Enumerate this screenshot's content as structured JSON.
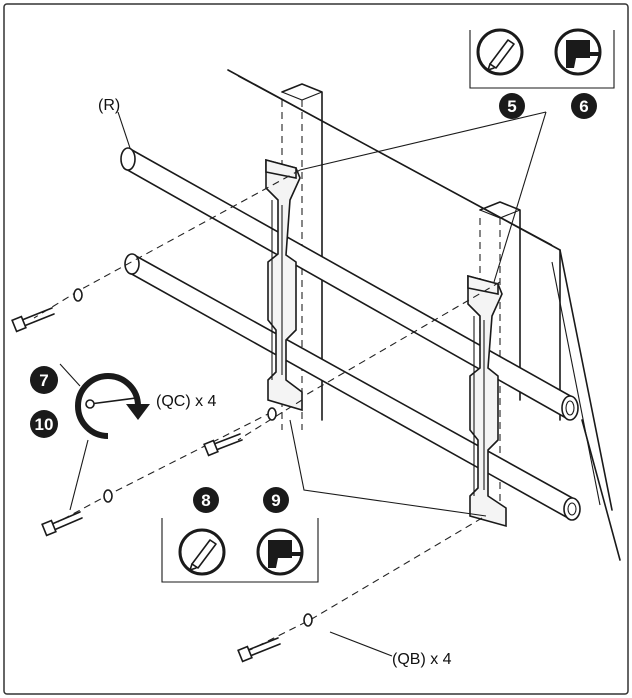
{
  "labels": {
    "r": "(R)",
    "qc": "(QC) x 4",
    "qb": "(QB) x 4"
  },
  "steps": {
    "top_pencil": "5",
    "top_drill": "6",
    "tighten_a": "7",
    "tighten_b": "10",
    "bottom_pencil": "8",
    "bottom_drill": "9"
  },
  "icons": {
    "pencil": "pencil-icon",
    "drill": "drill-icon",
    "rotate": "clockwise-rotate-icon",
    "wrench": "hex-key-icon"
  }
}
